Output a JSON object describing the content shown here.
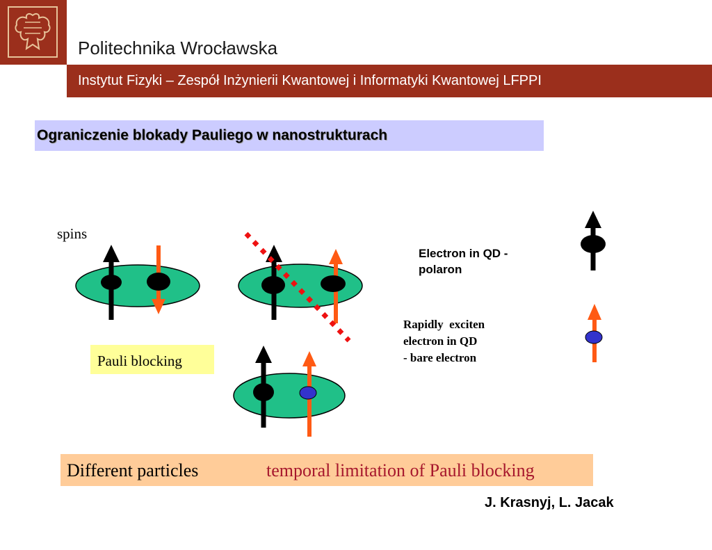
{
  "header": {
    "university": "Politechnika Wrocławska",
    "institute": "Instytut Fizyki – Zespół Inżynierii Kwantowej i Informatyki Kwantowej LFPPI"
  },
  "title": "Ograniczenie blokady Pauliego w nanostrukturach",
  "diagram": {
    "spins_label": "spins",
    "pauli_label": "Pauli blocking",
    "legend_polaron": [
      "Electron in QD -",
      "polaron"
    ],
    "legend_bare": [
      "Rapidly  exciten",
      "electron in QD",
      "- bare electron"
    ]
  },
  "conclusion": {
    "left": "Different particles",
    "right": "temporal limitation of Pauli blocking"
  },
  "authors": "J. Krasnyj, L. Jacak",
  "colors": {
    "brand": "#9b2f1c",
    "title_bg": "#ccccff",
    "dot_fill": "#20c088",
    "orange": "#ff5a14",
    "polaron": "#000000",
    "bare_electron": "#3333cc",
    "forbidden_line": "#ee1111",
    "accent_text": "#a6172d"
  }
}
